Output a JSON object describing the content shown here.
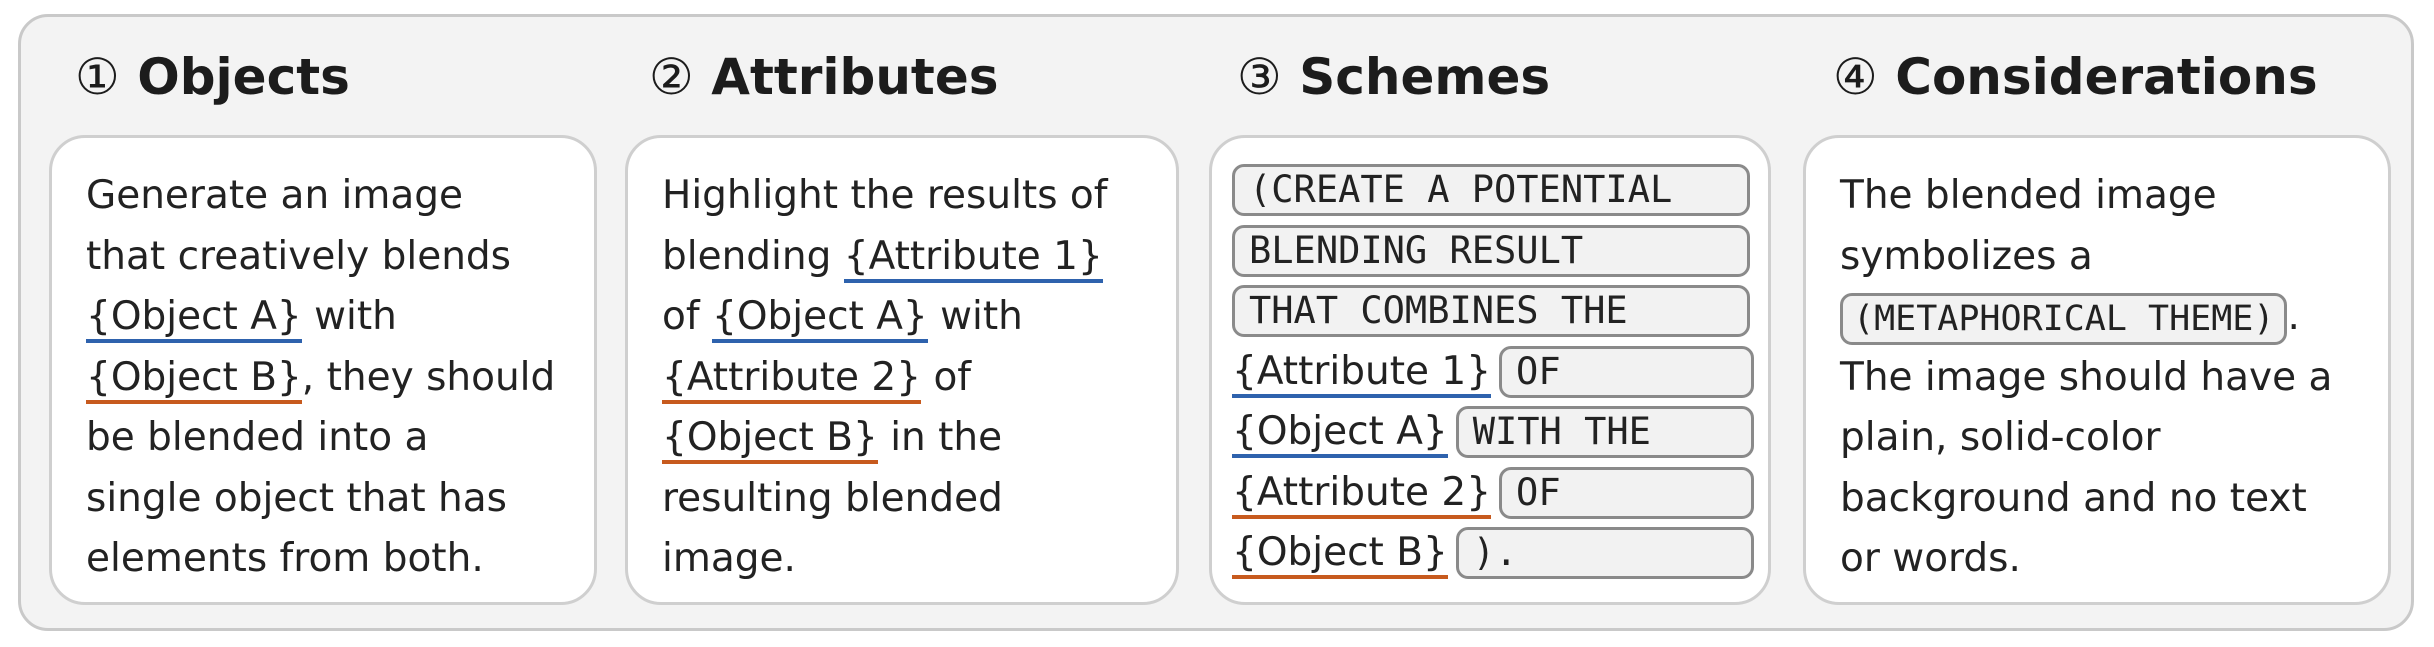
{
  "columns": [
    {
      "number": "①",
      "title": "Objects",
      "lines": [
        [
          "Generate an image"
        ],
        [
          "that creatively blends"
        ],
        [
          {
            "ph": "{Object A}",
            "color": "blue"
          },
          " with"
        ],
        [
          {
            "ph": "{Object B}",
            "color": "orange"
          },
          ", they should"
        ],
        [
          "be blended into a"
        ],
        [
          "single object that has"
        ],
        [
          "elements from both."
        ]
      ]
    },
    {
      "number": "②",
      "title": "Attributes",
      "lines": [
        [
          "Highlight the results of"
        ],
        [
          "blending ",
          {
            "ph": "{Attribute 1}",
            "color": "blue"
          }
        ],
        [
          "of ",
          {
            "ph": "{Object A}",
            "color": "blue"
          },
          " with"
        ],
        [
          {
            "ph": "{Attribute 2}",
            "color": "orange"
          },
          " of"
        ],
        [
          {
            "ph": "{Object B}",
            "color": "orange"
          },
          " in the"
        ],
        [
          "resulting blended"
        ],
        [
          "image."
        ]
      ]
    },
    {
      "number": "③",
      "title": "Schemes",
      "scheme_lines": [
        {
          "chip": "(CREATE A POTENTIAL"
        },
        {
          "chip": "BLENDING RESULT"
        },
        {
          "chip": "THAT COMBINES THE"
        },
        {
          "ph": "{Attribute 1}",
          "color": "blue",
          "chip": "OF"
        },
        {
          "ph": "{Object A}",
          "color": "blue",
          "chip": "WITH THE"
        },
        {
          "ph": "{Attribute 2}",
          "color": "orange",
          "chip": "OF"
        },
        {
          "ph": "{Object B}",
          "color": "orange",
          "chip": ")."
        }
      ]
    },
    {
      "number": "④",
      "title": "Considerations",
      "lines": [
        [
          "The blended image"
        ],
        [
          "symbolizes a"
        ],
        [
          {
            "chip": "(METAPHORICAL THEME)"
          },
          "."
        ],
        [
          "The image should have a"
        ],
        [
          "plain, solid-color"
        ],
        [
          "background and no text"
        ],
        [
          "or words."
        ]
      ]
    }
  ],
  "colors": {
    "blue_underline": "#2e62ad",
    "orange_underline": "#c75a1e",
    "panel_bg": "#f3f3f3",
    "card_bg": "#ffffff"
  }
}
